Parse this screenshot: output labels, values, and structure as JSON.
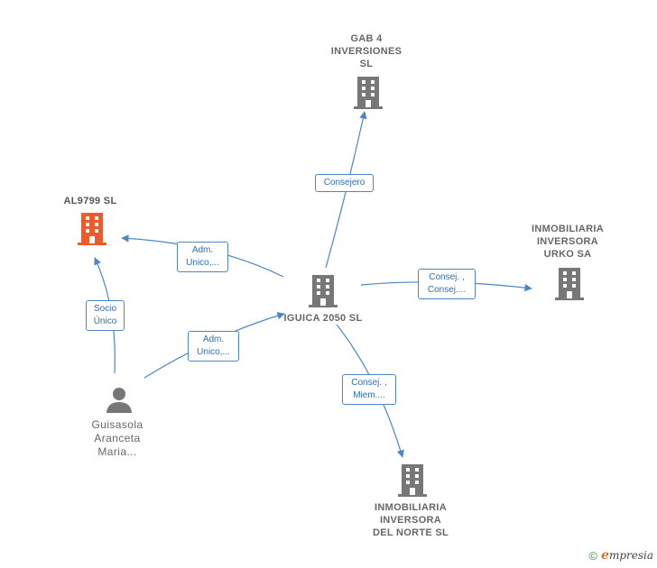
{
  "nodes": {
    "gab4": {
      "label_lines": [
        "GAB 4",
        "INVERSIONES",
        "SL"
      ],
      "kind": "company"
    },
    "al9799": {
      "label_lines": [
        "AL9799  SL"
      ],
      "kind": "company-highlight"
    },
    "urko": {
      "label_lines": [
        "INMOBILIARIA",
        "INVERSORA",
        "URKO SA"
      ],
      "kind": "company"
    },
    "iguica": {
      "label_lines": [
        "IGUICA 2050  SL"
      ],
      "kind": "company"
    },
    "person": {
      "label_lines": [
        "Guisasola",
        "Aranceta",
        "Maria..."
      ],
      "kind": "person"
    },
    "norte": {
      "label_lines": [
        "INMOBILIARIA",
        "INVERSORA",
        "DEL NORTE SL"
      ],
      "kind": "company"
    }
  },
  "edges": {
    "consejero": {
      "label_lines": [
        "Consejero"
      ]
    },
    "adm_al9799": {
      "label_lines": [
        "Adm.",
        "Unico,..."
      ]
    },
    "socio": {
      "label_lines": [
        "Socio",
        "Único"
      ]
    },
    "adm_iguica": {
      "label_lines": [
        "Adm.",
        "Unico,..."
      ]
    },
    "consej_urko": {
      "label_lines": [
        "Consej. ,",
        "Consej...."
      ]
    },
    "consej_norte": {
      "label_lines": [
        "Consej. ,",
        "Miem...."
      ]
    }
  },
  "colors": {
    "edge": "#4a86c8",
    "company_icon": "#777777",
    "highlight_icon": "#f05a28",
    "person_icon": "#777777"
  },
  "footer": {
    "copyright": "©",
    "brand_initial": "e",
    "brand_rest": "mpresia"
  }
}
